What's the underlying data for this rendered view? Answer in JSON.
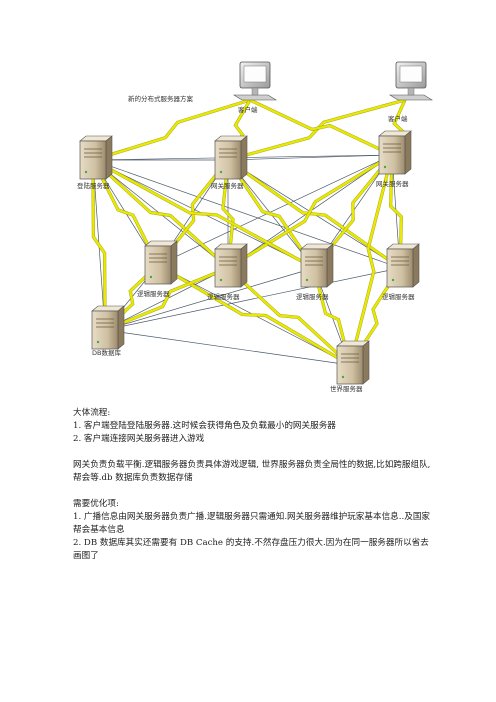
{
  "diagram": {
    "title": "新的分布式服务器方案",
    "nodes": {
      "client1": "客户端",
      "client2": "客户端",
      "login": "登陆服务器",
      "gateway1": "网关服务器",
      "gateway2": "网关服务器",
      "logic1": "逻辑服务器",
      "logic2": "逻辑服务器",
      "logic3": "逻辑服务器",
      "logic4": "逻辑服务器",
      "db": "DB数据库",
      "world": "世界服务器"
    }
  },
  "text": {
    "flow_title": "大体流程:",
    "flow_1": "1.  客户端登陆登陆服务器.这时候会获得角色及负载最小的网关服务器",
    "flow_2": "2.  客户端连接网关服务器进入游戏",
    "para_1": "网关负责负载平衡.逻辑服务器负责具体游戏逻辑, 世界服务器负责全局性的数据,比如跨服组队,帮会等.db 数据库负责数据存储",
    "opt_title": "需要优化项:",
    "opt_1": "1. 广播信息由网关服务器负责广播.逻辑服务器只需通知.网关服务器维护玩家基本信息..及国家帮会基本信息",
    "opt_2": "2. DB 数据库其实还需要有 DB Cache 的支持.不然存盘压力很大.因为在同一服务器所以省去画图了"
  }
}
